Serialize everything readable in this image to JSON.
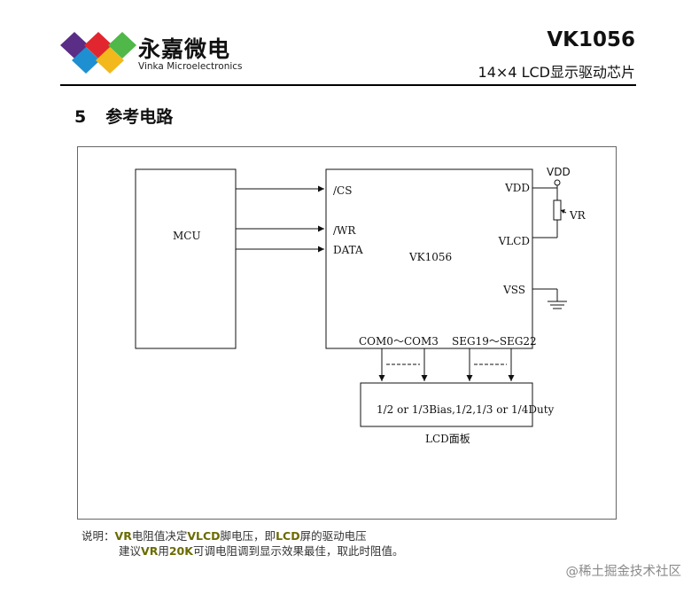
{
  "header": {
    "brand_cn": "永嘉微电",
    "brand_en": "Vinka Microelectronics",
    "title": "VK1056",
    "subtitle": "14×4  LCD显示驱动芯片"
  },
  "section": {
    "number": "5",
    "title": "参考电路"
  },
  "circuit": {
    "mcu_label": "MCU",
    "chip_label": "VK1056",
    "pins_left": [
      "/CS",
      "/WR",
      "DATA"
    ],
    "pin_vdd": "VDD",
    "pin_vlcd": "VLCD",
    "pin_vss": "VSS",
    "supply_label": "VDD",
    "resistor_label": "VR",
    "com_bus": "COM0～COM3",
    "seg_bus": "SEG19～SEG22",
    "lcd_desc": "1/2 or 1/3Bias,1/2,1/3 or 1/4Duty",
    "lcd_caption": "LCD面板"
  },
  "note": {
    "prefix": "说明：",
    "line1_a": "VR",
    "line1_b": "电阻值决定",
    "line1_c": "VLCD",
    "line1_d": "脚电压，即",
    "line1_e": "LCD",
    "line1_f": "屏的驱动电压",
    "line2_a": "建议",
    "line2_b": "VR",
    "line2_c": "用",
    "line2_d": "20K",
    "line2_e": "可调电阻调到显示效果最佳，取此时阻值。"
  },
  "watermark": "@稀土掘金技术社区",
  "colors": {
    "logo_red": "#e2262f",
    "logo_green": "#4fb848",
    "logo_blue": "#1e8fd1",
    "logo_purple": "#5a2d86",
    "logo_yellow": "#f2b81c",
    "note_highlight": "#6b6b00"
  }
}
